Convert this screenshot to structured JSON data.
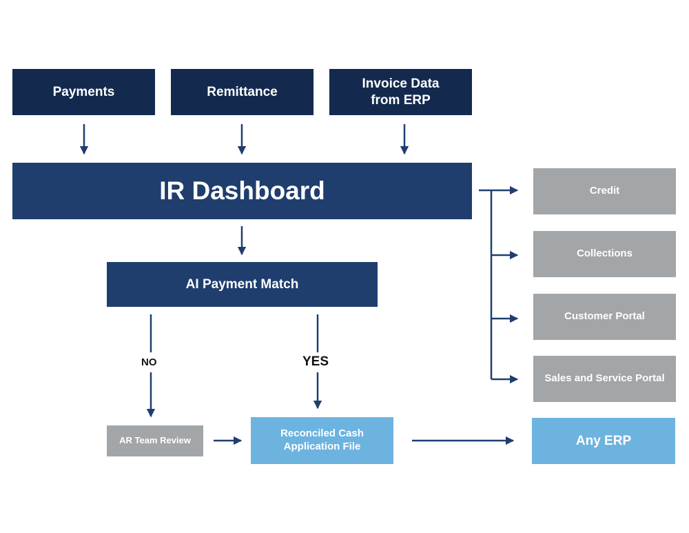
{
  "inputs": {
    "payments": "Payments",
    "remittance": "Remittance",
    "invoice_data": "Invoice Data\nfrom ERP"
  },
  "dashboard": {
    "title": "IR Dashboard"
  },
  "ai_match": {
    "title": "AI Payment Match"
  },
  "branches": {
    "no_label": "NO",
    "yes_label": "YES"
  },
  "ar_review": {
    "title": "AR Team Review"
  },
  "reconciled": {
    "title": "Reconciled Cash\nApplication File"
  },
  "any_erp": {
    "title": "Any ERP"
  },
  "outputs": {
    "credit": "Credit",
    "collections": "Collections",
    "customer_portal": "Customer Portal",
    "sales_service_portal": "Sales and Service Portal"
  },
  "colors": {
    "input_box": "#132a4e",
    "main_box": "#1f3e6e",
    "grey_box": "#a2a6a9",
    "light_box": "#6db3e0",
    "connector": "#1f3e6e"
  }
}
